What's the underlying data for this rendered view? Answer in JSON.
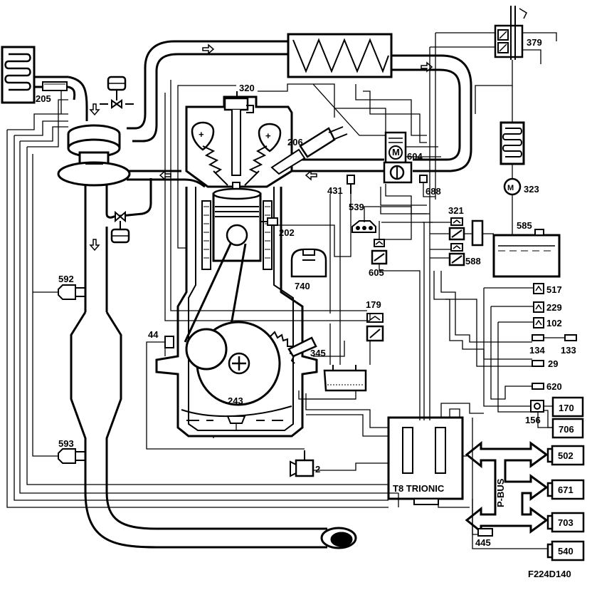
{
  "figure_code": "F224D140",
  "ecu_label": "T8 TRIONIC",
  "bus_label": "P-BUS",
  "labels": {
    "l320": "320",
    "l205": "205",
    "l379": "379",
    "l206": "206",
    "l604": "604",
    "l431": "431",
    "l688": "688",
    "l323": "323",
    "l539": "539",
    "l321": "321",
    "l585": "585",
    "l202": "202",
    "l588": "588",
    "l605": "605",
    "l740": "740",
    "l592": "592",
    "l517": "517",
    "l229": "229",
    "l102": "102",
    "l179": "179",
    "l134": "134",
    "l133": "133",
    "l44": "44",
    "l345": "345",
    "l29": "29",
    "l620": "620",
    "l170": "170",
    "l156": "156",
    "l706": "706",
    "l243": "243",
    "l593": "593",
    "l502": "502",
    "l2": "2",
    "l671": "671",
    "l703": "703",
    "l445": "445",
    "l540": "540"
  }
}
